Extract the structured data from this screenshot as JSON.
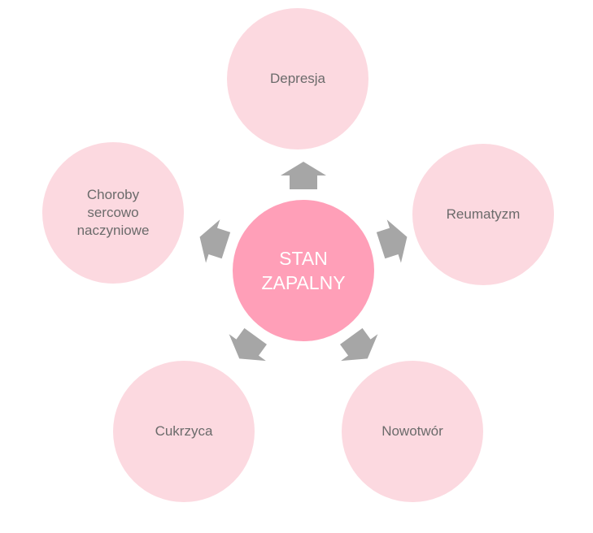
{
  "center": {
    "label": "STAN\nZAPALNY"
  },
  "nodes": [
    {
      "label": "Depresja"
    },
    {
      "label": "Reumatyzm"
    },
    {
      "label": "Nowotwór"
    },
    {
      "label": "Cukrzyca"
    },
    {
      "label": "Choroby\nsercowo\nnaczyniowe"
    }
  ],
  "colors": {
    "center": "#ff9fb8",
    "outer": "#fcd9e0",
    "arrow": "#a6a6a6"
  }
}
